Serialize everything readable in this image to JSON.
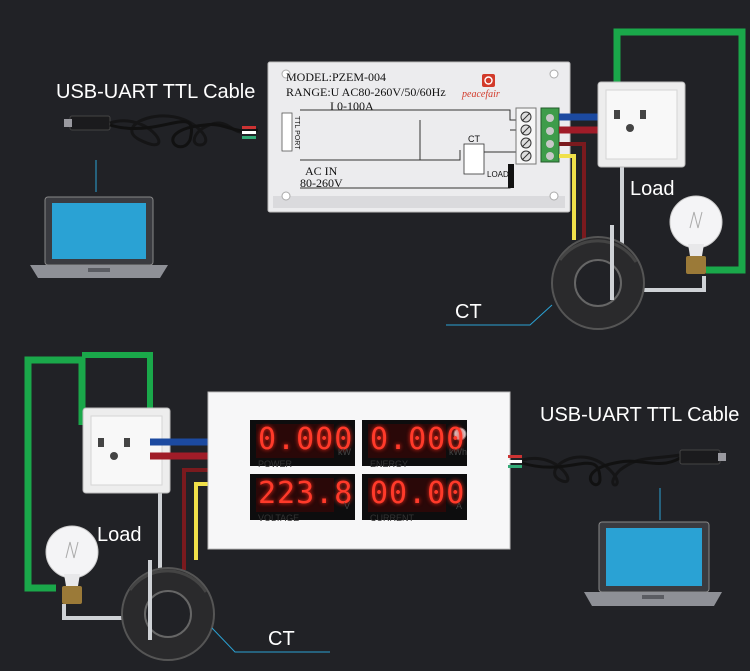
{
  "top": {
    "usb_label": "USB-UART TTL Cable",
    "load_label": "Load",
    "ct_label": "CT",
    "module": {
      "model_line": "MODEL:PZEM-004",
      "range_u": "RANGE:U  AC80-260V/50/60Hz",
      "range_i": "I  0-100A",
      "brand": "peacefair",
      "ttl_port": "TTL PORT",
      "ct": "CT",
      "load": "LOAD",
      "ac_in": "AC IN",
      "ac_range": "80-260V"
    }
  },
  "bottom": {
    "usb_label": "USB-UART TTL Cable",
    "load_label": "Load",
    "ct_label": "CT",
    "meter": {
      "power_value": "0.000",
      "power_unit": "kW",
      "power_label": "POWER",
      "energy_value": "0.000",
      "energy_unit": "kWh",
      "energy_label": "ENERGY",
      "voltage_value": "223.8",
      "voltage_unit": "V",
      "voltage_label": "VOLTAGE",
      "current_value": "00.00",
      "current_unit": "A",
      "current_label": "CURRENT"
    }
  },
  "colors": {
    "background": "#212226",
    "earth_wire": "#1aa84a",
    "live_wire": "#a01c28",
    "neutral_wire": "#1c4aa0",
    "signal_wire": "#f0e04a",
    "display_digits": "#ff3a2a"
  }
}
